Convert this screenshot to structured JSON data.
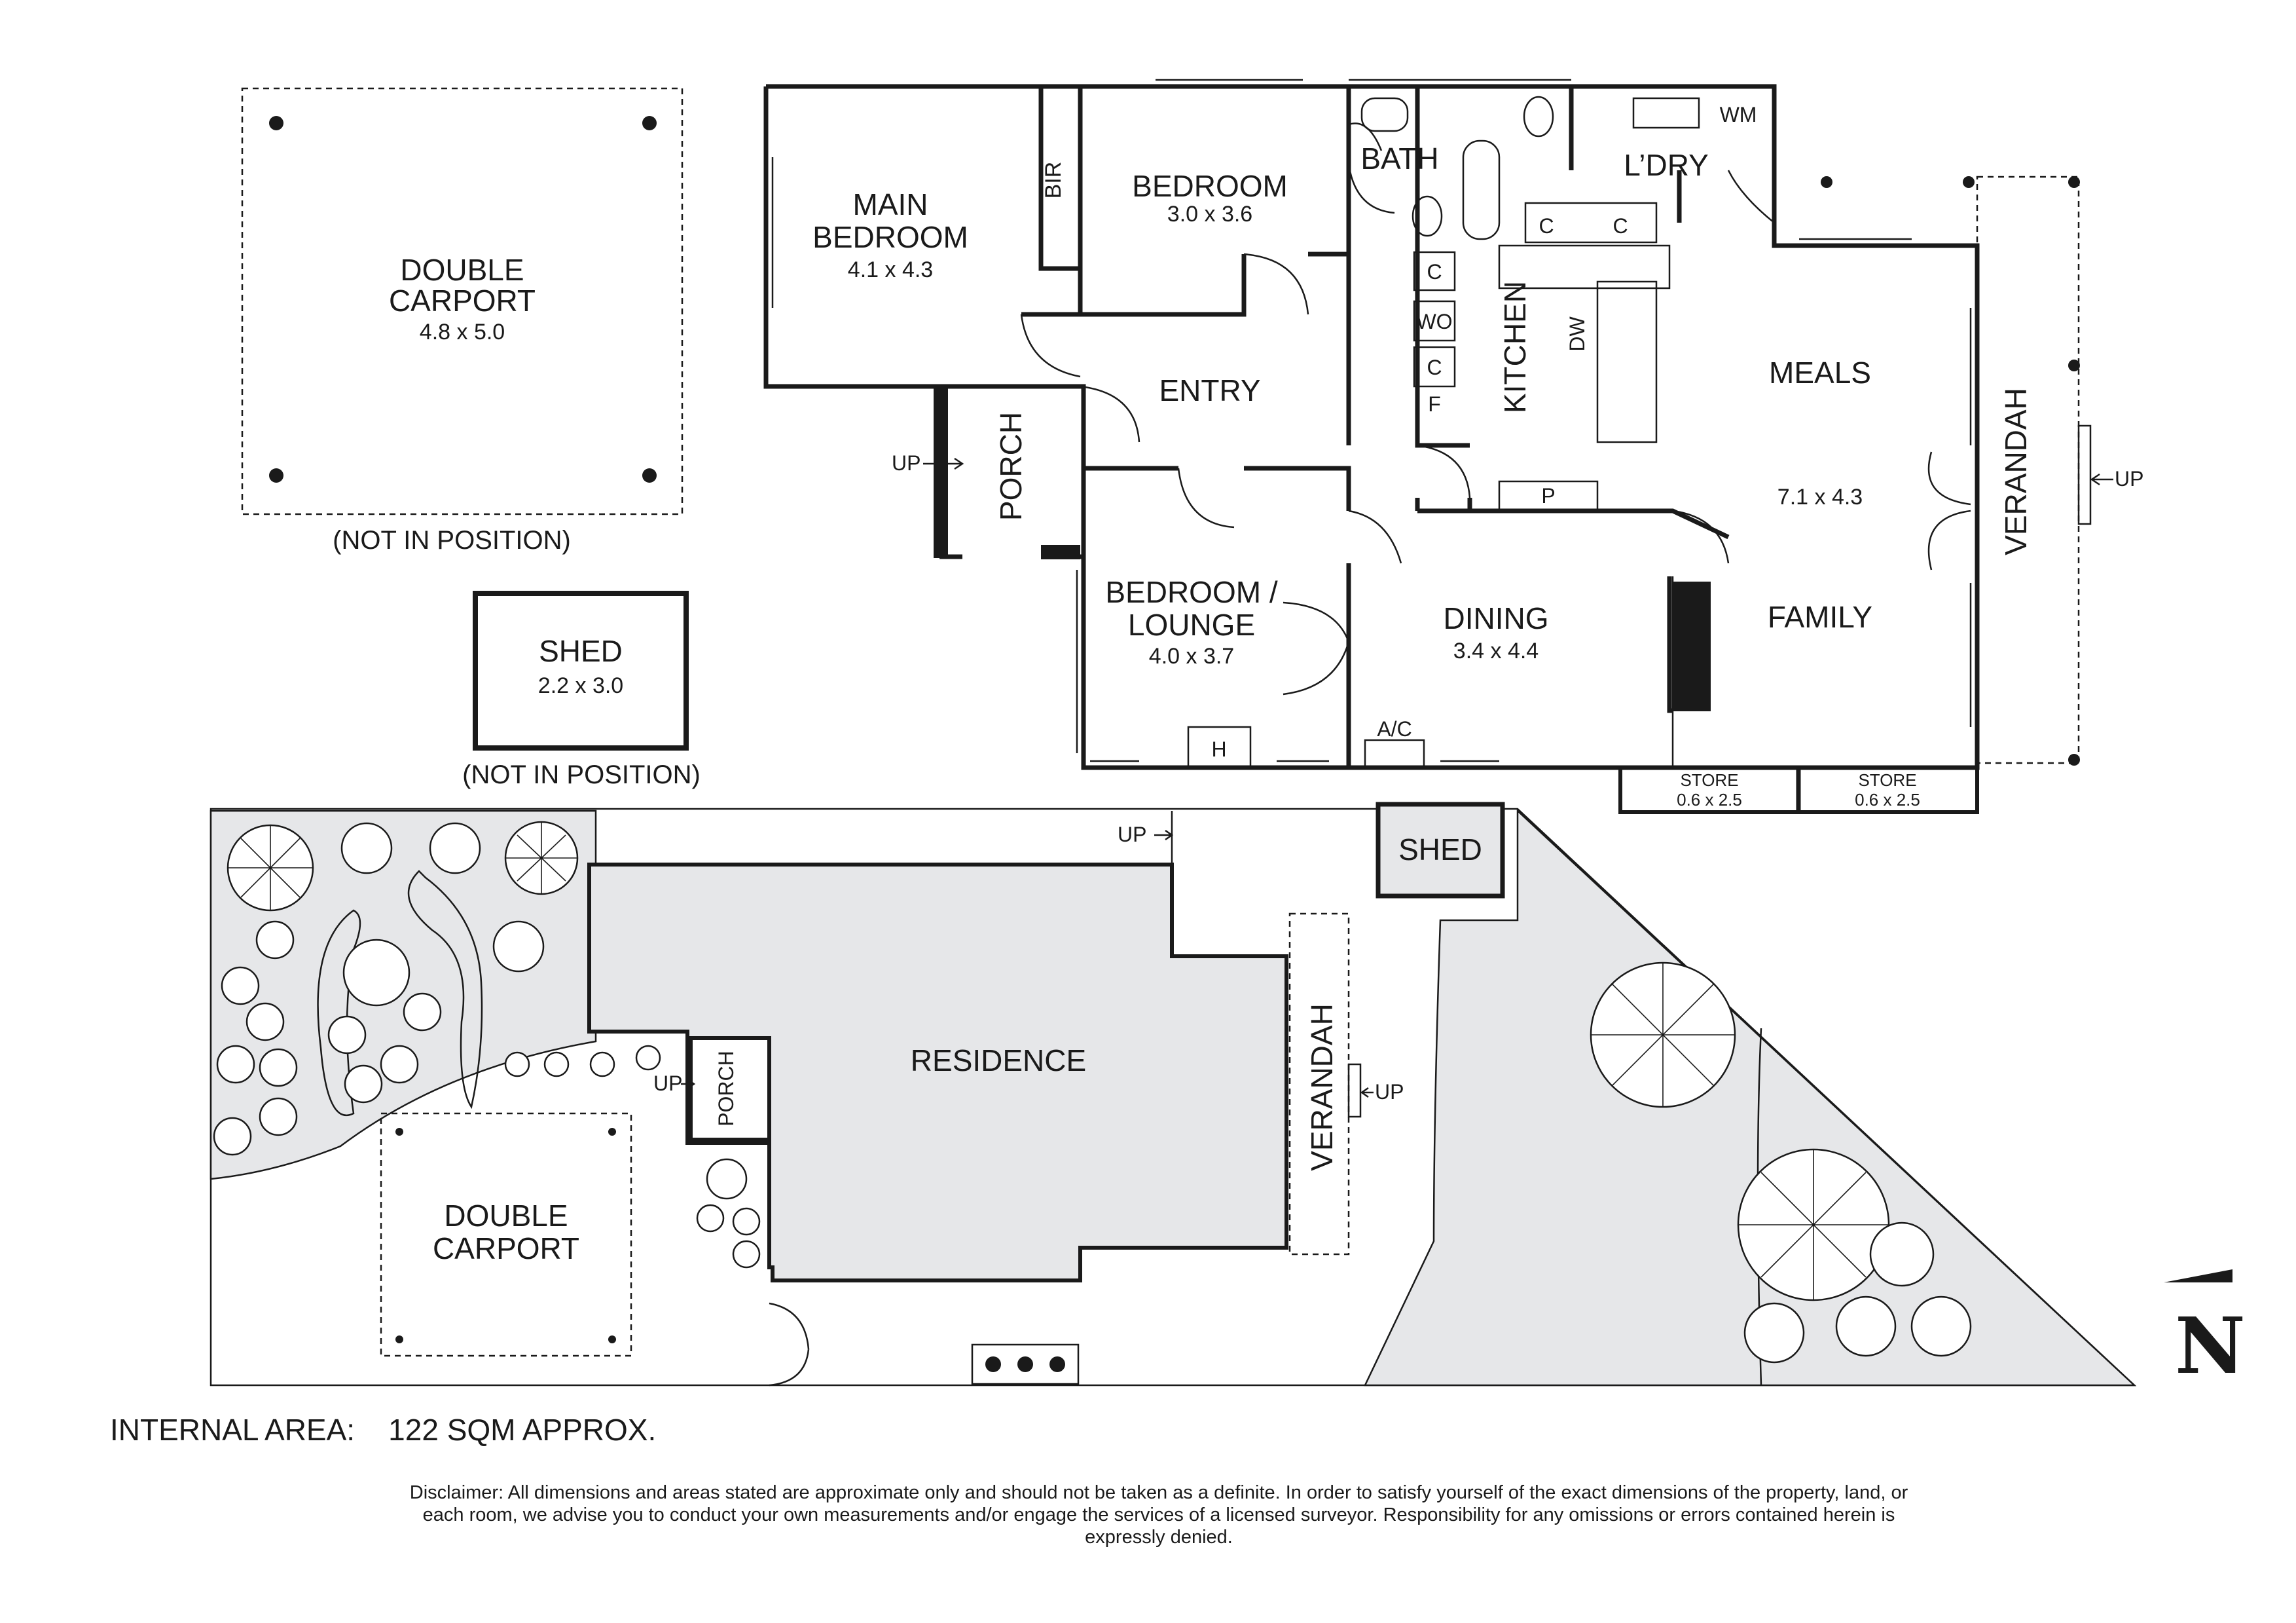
{
  "floorplan": {
    "rooms": {
      "main_bedroom": {
        "name_line1": "MAIN",
        "name_line2": "BEDROOM",
        "size": "4.1 x 4.3"
      },
      "bir": {
        "name": "BIR"
      },
      "bedroom": {
        "name": "BEDROOM",
        "size": "3.0 x 3.6"
      },
      "bath": {
        "name": "BATH"
      },
      "laundry": {
        "name": "L’DRY",
        "wm": "WM"
      },
      "entry": {
        "name": "ENTRY"
      },
      "porch": {
        "name": "PORCH"
      },
      "kitchen": {
        "name": "KITCHEN",
        "dw": "DW",
        "c1": "C",
        "wo": "WO",
        "c2": "C",
        "f": "F",
        "laundry_c1": "C",
        "laundry_c2": "C",
        "pantry": "P"
      },
      "meals": {
        "name": "MEALS",
        "size": "7.1 x 4.3"
      },
      "family": {
        "name": "FAMILY"
      },
      "verandah": {
        "name": "VERANDAH"
      },
      "bedroom_lounge": {
        "name_line1": "BEDROOM /",
        "name_line2": "LOUNGE",
        "size": "4.0 x 3.7",
        "heater": "H"
      },
      "dining": {
        "name": "DINING",
        "size": "3.4 x 4.4",
        "ac": "A/C"
      },
      "store1": {
        "name": "STORE",
        "size": "0.6 x 2.5"
      },
      "store2": {
        "name": "STORE",
        "size": "0.6 x 2.5"
      }
    },
    "up_labels": {
      "porch": "UP",
      "verandah": "UP"
    },
    "outbuildings": {
      "double_carport": {
        "name_line1": "DOUBLE",
        "name_line2": "CARPORT",
        "size": "4.8 x 5.0",
        "note": "(NOT IN POSITION)"
      },
      "shed": {
        "name": "SHED",
        "size": "2.2 x 3.0",
        "note": "(NOT IN POSITION)"
      }
    }
  },
  "siteplan": {
    "residence": "RESIDENCE",
    "verandah": "VERANDAH",
    "porch": "PORCH",
    "shed": "SHED",
    "carport_line1": "DOUBLE",
    "carport_line2": "CARPORT",
    "up_top": "UP",
    "up_porch": "UP",
    "up_verandah": "UP"
  },
  "footer": {
    "internal_area": "INTERNAL AREA:    122 SQM APPROX.",
    "disclaimer": "Disclaimer: All dimensions and areas stated are approximate only and should not be taken as a definite. In order to satisfy yourself of the exact dimensions of the property, land, or each room, we advise you to conduct your own measurements and/or engage the services of a licensed surveyor. Responsibility for any omissions or errors contained herein is expressly denied."
  },
  "compass": {
    "letter": "N"
  }
}
